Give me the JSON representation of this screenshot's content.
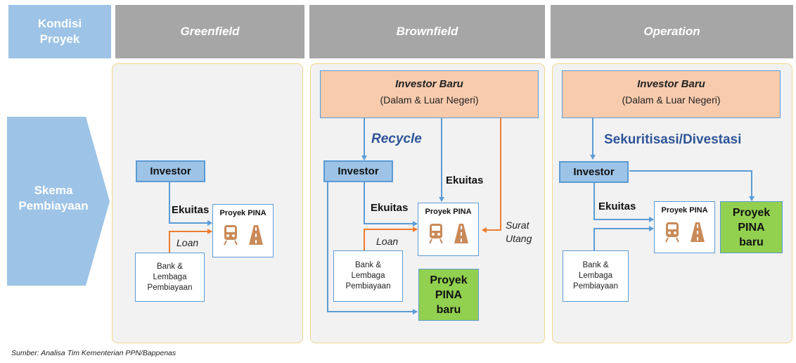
{
  "header": {
    "kondisi": "Kondisi Proyek",
    "greenfield": "Greenfield",
    "brownfield": "Brownfield",
    "operation": "Operation"
  },
  "left": {
    "skema": "Skema Pembiayaan"
  },
  "greenfield": {
    "investor": "Investor",
    "ekuitas": "Ekuitas",
    "loan": "Loan",
    "proyek": "Proyek PINA",
    "bank": "Bank & Lembaga Pembiayaan"
  },
  "brownfield": {
    "investor_baru": "Investor Baru",
    "negeri": "(Dalam & Luar Negeri)",
    "recycle": "Recycle",
    "investor": "Investor",
    "ekuitas_top": "Ekuitas",
    "ekuitas": "Ekuitas",
    "loan": "Loan",
    "surat": "Surat",
    "utang": "Utang",
    "proyek": "Proyek PINA",
    "bank": "Bank & Lembaga Pembiayaan",
    "proyek_baru": "Proyek PINA baru"
  },
  "operation": {
    "investor_baru": "Investor Baru",
    "negeri": "(Dalam & Luar Negeri)",
    "sekuritisasi": "Sekuritisasi/Divestasi",
    "investor": "Investor",
    "ekuitas": "Ekuitas",
    "proyek": "Proyek PINA",
    "bank": "Bank & Lembaga Pembiayaan",
    "proyek_baru": "Proyek PINA baru"
  },
  "source": "Sumber: Analisa Tim Kementerian PPN/Bappenas",
  "colors": {
    "blue_line": "#5b9bd5",
    "orange_line": "#ed7d31",
    "header_gray": "#a6a6a6",
    "header_blue": "#9dc3e6",
    "investor_fill": "#9dc3e6",
    "investor_baru_fill": "#f8cbad",
    "pina_new_fill": "#92d050",
    "icon_color": "#c98a5a"
  },
  "icons": [
    "train-icon",
    "road-icon"
  ]
}
